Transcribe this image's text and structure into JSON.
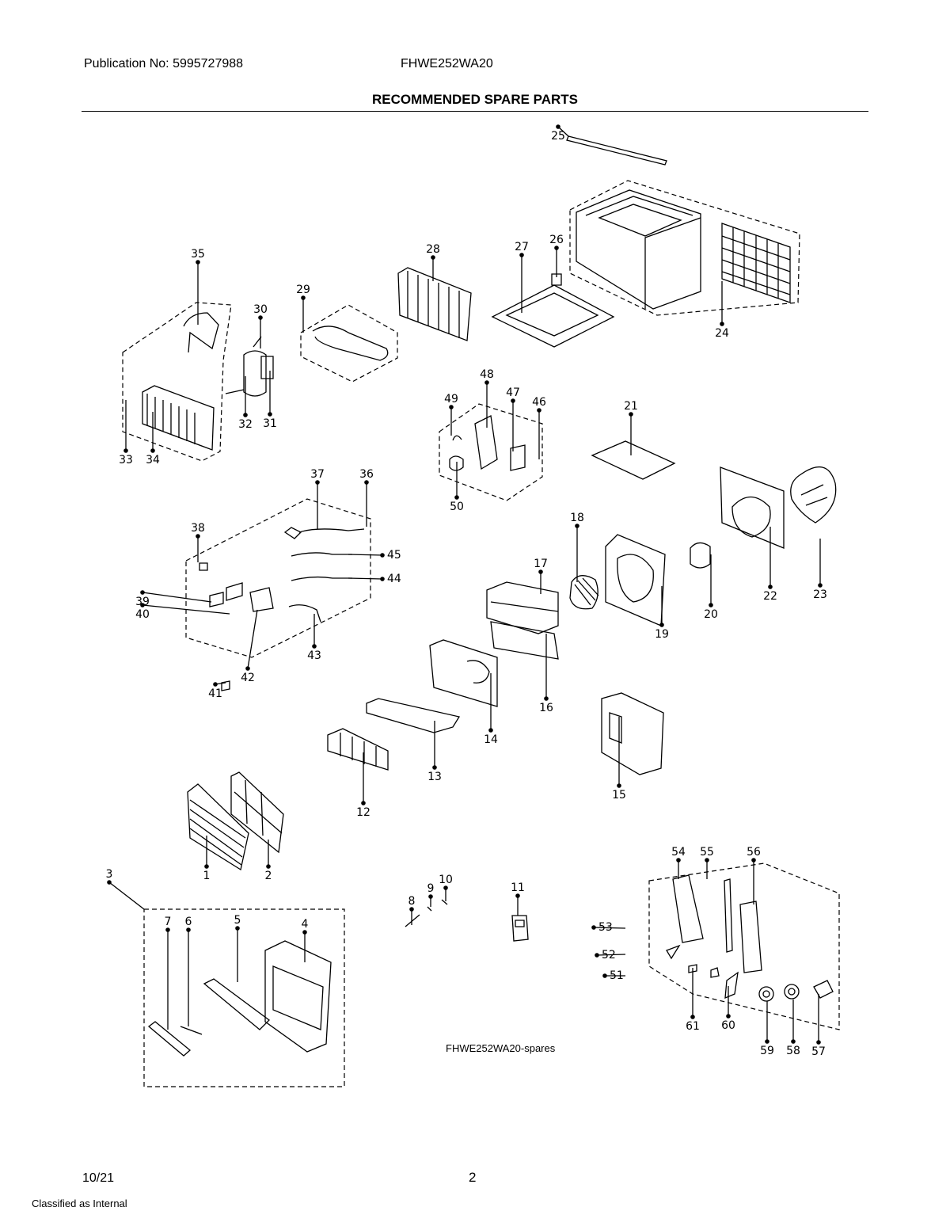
{
  "header": {
    "publication": "Publication No: 5995727988",
    "model": "FHWE252WA20",
    "title": "RECOMMENDED SPARE PARTS"
  },
  "diagram": {
    "caption": "FHWE252WA20-spares",
    "callouts": [
      "1",
      "2",
      "3",
      "4",
      "5",
      "6",
      "7",
      "8",
      "9",
      "10",
      "11",
      "12",
      "13",
      "14",
      "15",
      "16",
      "17",
      "18",
      "19",
      "20",
      "21",
      "22",
      "23",
      "24",
      "25",
      "26",
      "27",
      "28",
      "29",
      "30",
      "31",
      "32",
      "33",
      "34",
      "35",
      "36",
      "37",
      "38",
      "39",
      "40",
      "41",
      "42",
      "43",
      "44",
      "45",
      "46",
      "47",
      "48",
      "49",
      "50",
      "51",
      "52",
      "53",
      "54",
      "55",
      "56",
      "57",
      "58",
      "59",
      "60",
      "61"
    ]
  },
  "footer": {
    "date": "10/21",
    "page_number": "2",
    "classification": "Classified as Internal"
  }
}
